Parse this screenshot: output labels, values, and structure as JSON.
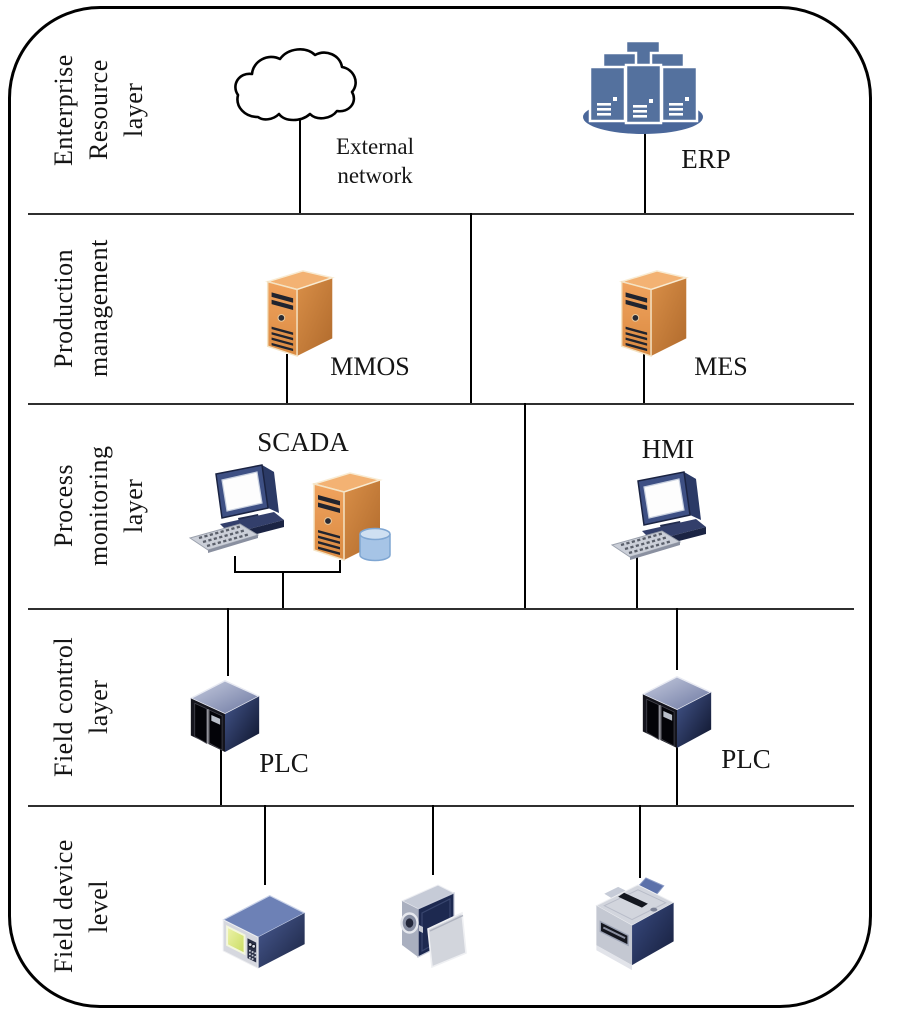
{
  "palette": {
    "line": "#000000",
    "divider": "#2f2f2f",
    "orange_server": "#DD8B45",
    "blue_icon": "#54719E",
    "dark_cube": "#1c2648",
    "background": "#ffffff"
  },
  "layers": [
    {
      "label": "Enterprise\nResource\nlayer"
    },
    {
      "label": "Production\nmanagement"
    },
    {
      "label": "Process\nmonitoring\nlayer"
    },
    {
      "label": "Field control\nlayer"
    },
    {
      "label": "Field device\nlevel"
    }
  ],
  "nodes": {
    "external_network": "External\nnetwork",
    "erp": "ERP",
    "mmos": "MMOS",
    "mes": "MES",
    "scada": "SCADA",
    "hmi": "HMI",
    "plc_left": "PLC",
    "plc_right": "PLC"
  },
  "icons": {
    "external_network": "cloud-icon",
    "erp": "server-cluster-icon",
    "mmos": "server-tower-icon",
    "mes": "server-tower-icon",
    "scada": [
      "workstation-icon",
      "server-tower-database-icon"
    ],
    "hmi": "workstation-icon",
    "plc_left": "plc-cube-icon",
    "plc_right": "plc-cube-icon",
    "field_devices": [
      "control-panel-icon",
      "camera-icon",
      "printer-icon"
    ]
  }
}
